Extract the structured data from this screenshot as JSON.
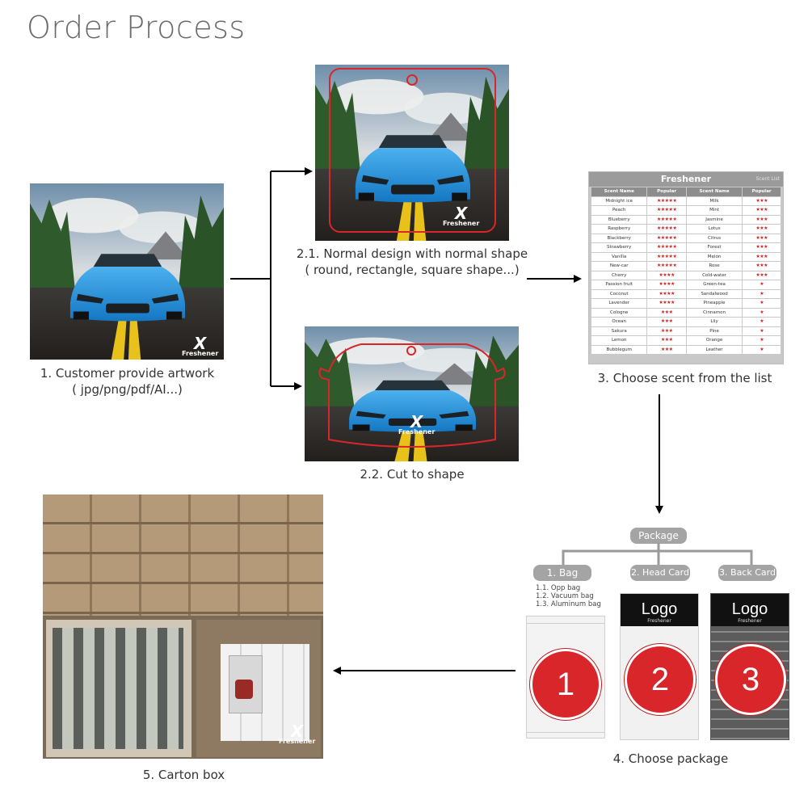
{
  "title": "Order Process",
  "brand": {
    "name": "Freshener",
    "mark": "X"
  },
  "steps": {
    "step1": {
      "line1": "1. Customer provide artwork",
      "line2": "( jpg/png/pdf/AI...)"
    },
    "step2_1": {
      "line1": "2.1.  Normal design with normal shape",
      "line2": "( round, rectangle, square shape...)"
    },
    "step2_2": {
      "line1": "2.2. Cut to shape"
    },
    "step3": {
      "line1": "3. Choose scent from the list"
    },
    "step4": {
      "line1": "4. Choose package"
    },
    "step5": {
      "line1": "5. Carton box"
    }
  },
  "scent_list": {
    "header_brand": "Freshener",
    "header_sub": "Scent List",
    "columns": [
      "Scent Name",
      "Popular",
      "Scent Name",
      "Popular"
    ],
    "rows": [
      [
        "Midnight ice",
        "★★★★★",
        "Milk",
        "★★★"
      ],
      [
        "Peach",
        "★★★★★",
        "Mint",
        "★★★"
      ],
      [
        "Blueberry",
        "★★★★★",
        "Jasmine",
        "★★★"
      ],
      [
        "Raspberry",
        "★★★★★",
        "Lotus",
        "★★★"
      ],
      [
        "Blackberry",
        "★★★★★",
        "Citrus",
        "★★★"
      ],
      [
        "Strawberry",
        "★★★★★",
        "Forest",
        "★★★"
      ],
      [
        "Vanilla",
        "★★★★★",
        "Melon",
        "★★★"
      ],
      [
        "New-car",
        "★★★★★",
        "Rose",
        "★★★"
      ],
      [
        "Cherry",
        "★★★★",
        "Cold-water",
        "★★★"
      ],
      [
        "Passion fruit",
        "★★★★",
        "Green-tea",
        "★"
      ],
      [
        "Coconut",
        "★★★★",
        "Sandalwood",
        "★"
      ],
      [
        "Lavender",
        "★★★★",
        "Pineapple",
        "★"
      ],
      [
        "Cologne",
        "★★★",
        "Cinnamon",
        "★"
      ],
      [
        "Ocean",
        "★★★",
        "Lily",
        "★"
      ],
      [
        "Sakura",
        "★★★",
        "Pine",
        "★"
      ],
      [
        "Lemon",
        "★★★",
        "Orange",
        "★"
      ],
      [
        "Bubblegum",
        "★★★",
        "Leather",
        "★"
      ]
    ]
  },
  "package": {
    "root": "Package",
    "options": [
      "1. Bag",
      "2. Head Card",
      "3. Back Card"
    ],
    "bag_types": [
      "1.1.  Opp bag",
      "1.2.  Vacuum bag",
      "1.3.  Aluminum bag"
    ],
    "card_logo": "Logo",
    "numbers": [
      "1",
      "2",
      "3"
    ]
  },
  "colors": {
    "accent_red": "#d8262a",
    "car_blue": "#1e8fd8",
    "pill_gray": "#a4a4a4"
  }
}
